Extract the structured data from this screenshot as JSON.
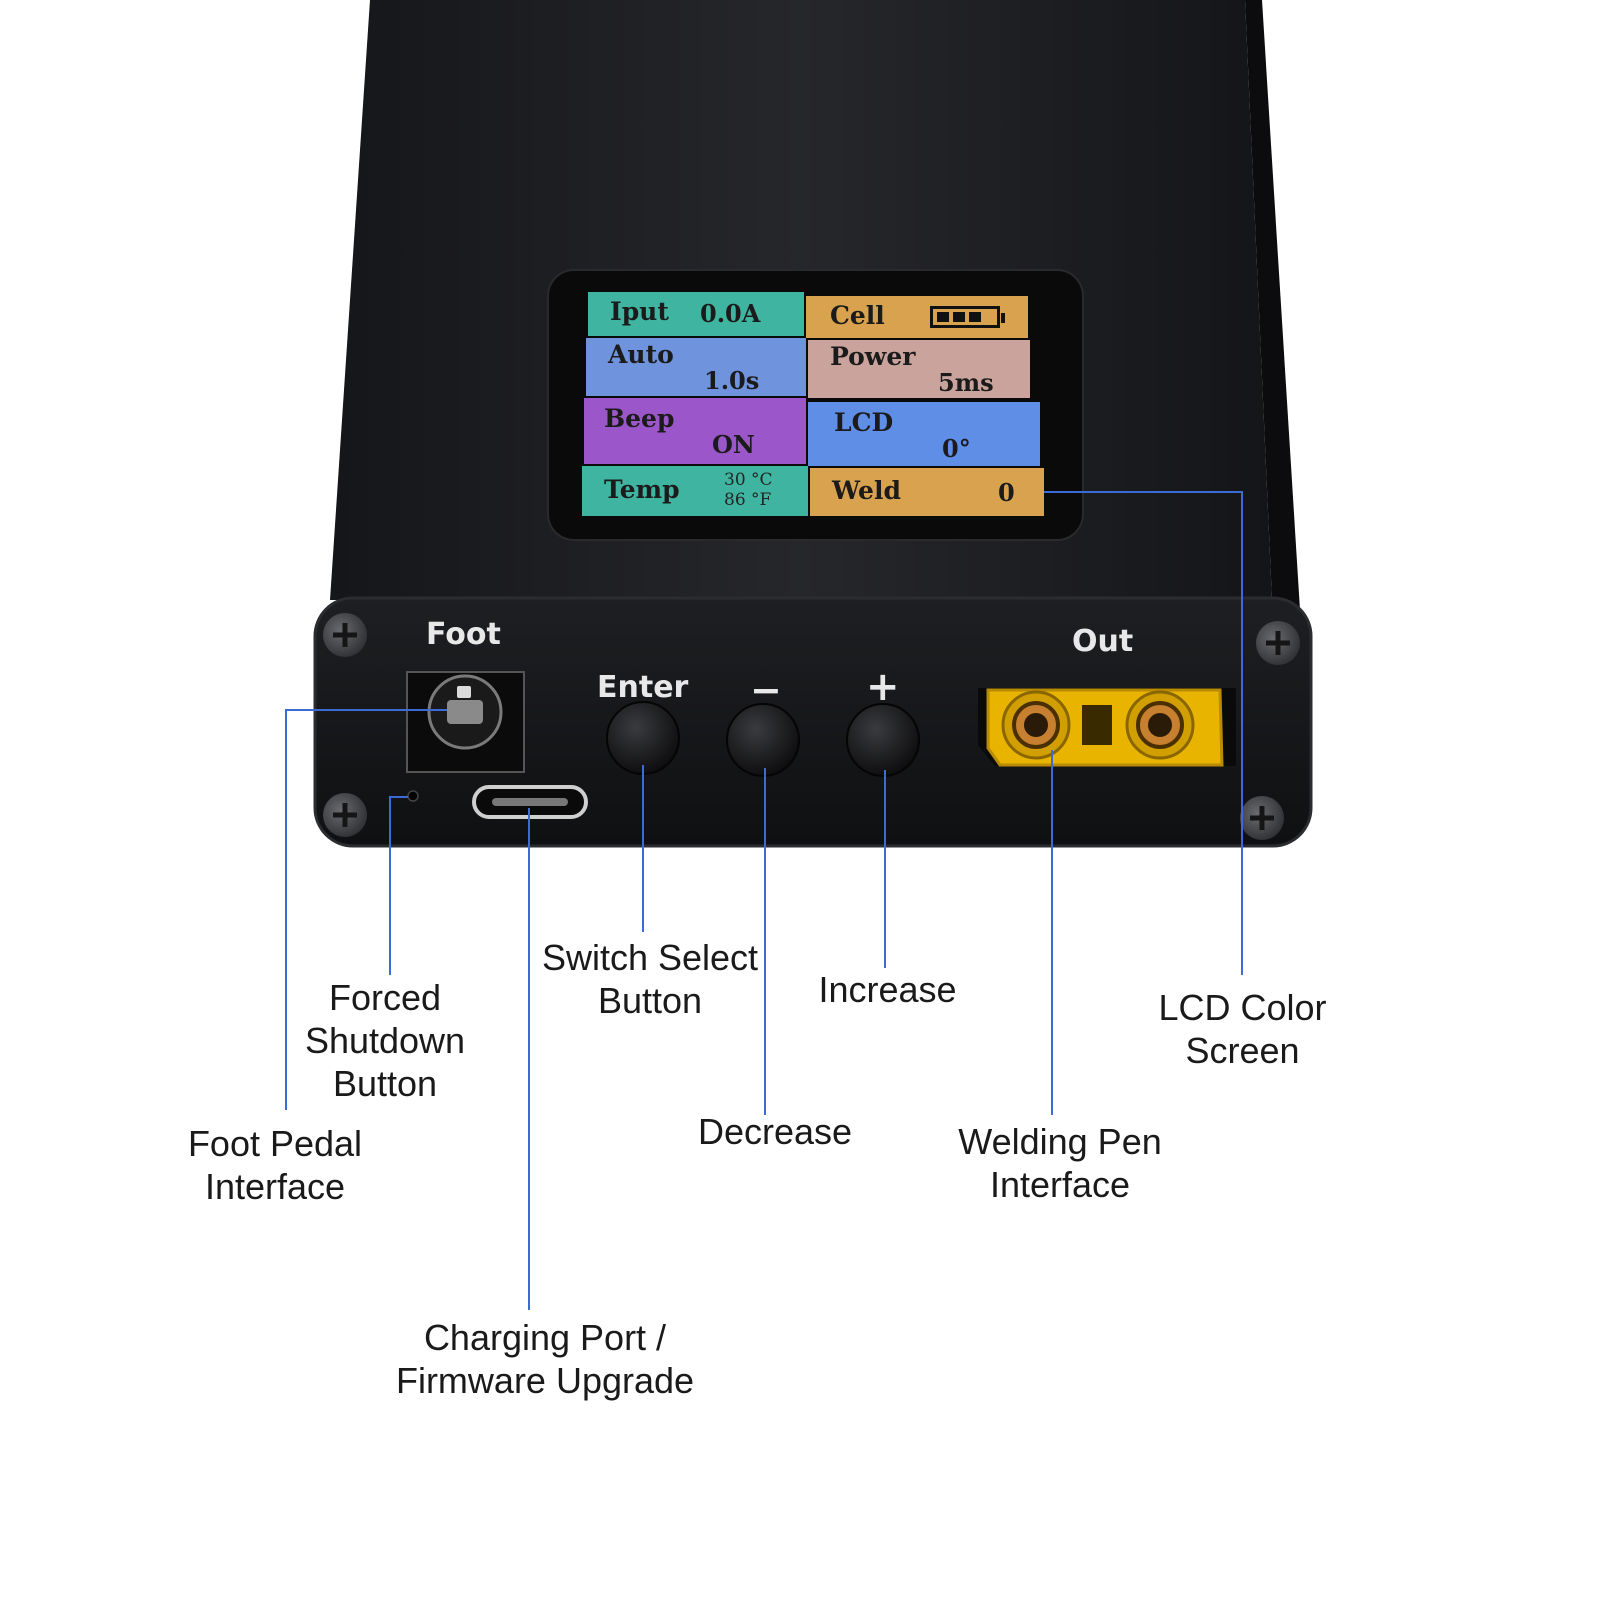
{
  "device": {
    "panel_labels": {
      "foot": "Foot",
      "enter": "Enter",
      "minus": "−",
      "plus": "+",
      "out": "Out"
    }
  },
  "screen": {
    "cells": [
      {
        "id": "iput",
        "title": "Iput",
        "value": "0.0A",
        "color": "#3fb4a0"
      },
      {
        "id": "cell",
        "title": "Cell",
        "value": "",
        "color": "#d9a24e"
      },
      {
        "id": "auto",
        "title": "Auto",
        "value": "1.0s",
        "color": "#6f93dd"
      },
      {
        "id": "power",
        "title": "Power",
        "value": "5ms",
        "color": "#c9a39c"
      },
      {
        "id": "beep",
        "title": "Beep",
        "value": "ON",
        "color": "#9b57c9"
      },
      {
        "id": "lcd",
        "title": "LCD",
        "value": "0°",
        "color": "#5e8ee6"
      },
      {
        "id": "temp",
        "title": "Temp",
        "value_c": "30 °C",
        "value_f": "86 °F",
        "color": "#3fb4a0"
      },
      {
        "id": "weld",
        "title": "Weld",
        "value": "0",
        "color": "#d9a24e"
      }
    ]
  },
  "callouts": {
    "foot_pedal": [
      "Foot Pedal",
      "Interface"
    ],
    "forced": [
      "Forced",
      "Shutdown",
      "Button"
    ],
    "charging": [
      "Charging Port /",
      "Firmware Upgrade"
    ],
    "switch": [
      "Switch Select",
      "Button"
    ],
    "decrease": [
      "Decrease"
    ],
    "increase": [
      "Increase"
    ],
    "welding_pen": [
      "Welding Pen",
      "Interface"
    ],
    "lcd_screen": [
      "LCD Color",
      "Screen"
    ]
  },
  "colors": {
    "leader": "#3a6bd6",
    "body": "#1c1d20",
    "connector": "#e8b400"
  }
}
